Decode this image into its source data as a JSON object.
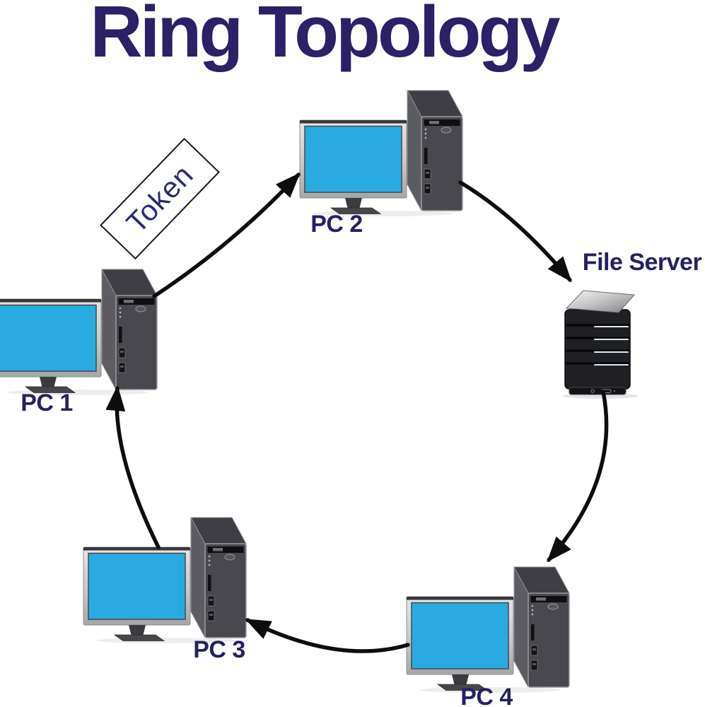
{
  "title": "Ring Topology",
  "token": {
    "label": "Token"
  },
  "nodes": {
    "pc1": {
      "label": "PC 1",
      "kind": "desktop computer"
    },
    "pc2": {
      "label": "PC 2",
      "kind": "desktop computer"
    },
    "pc3": {
      "label": "PC 3",
      "kind": "desktop computer"
    },
    "pc4": {
      "label": "PC 4",
      "kind": "desktop computer"
    },
    "file_server": {
      "label": "File Server",
      "kind": "server tower"
    }
  },
  "connections": [
    {
      "from": "PC 1",
      "to": "PC 2",
      "carries": "Token"
    },
    {
      "from": "PC 2",
      "to": "File Server"
    },
    {
      "from": "File Server",
      "to": "PC 4"
    },
    {
      "from": "PC 4",
      "to": "PC 3"
    },
    {
      "from": "PC 3",
      "to": "PC 1"
    }
  ],
  "flow_direction": "clockwise",
  "colors": {
    "title_navy": "#2a2167",
    "label_navy": "#262063",
    "screen_blue": "#29abe2",
    "arrow_black": "#0d0d0d",
    "background": "#ffffff"
  }
}
